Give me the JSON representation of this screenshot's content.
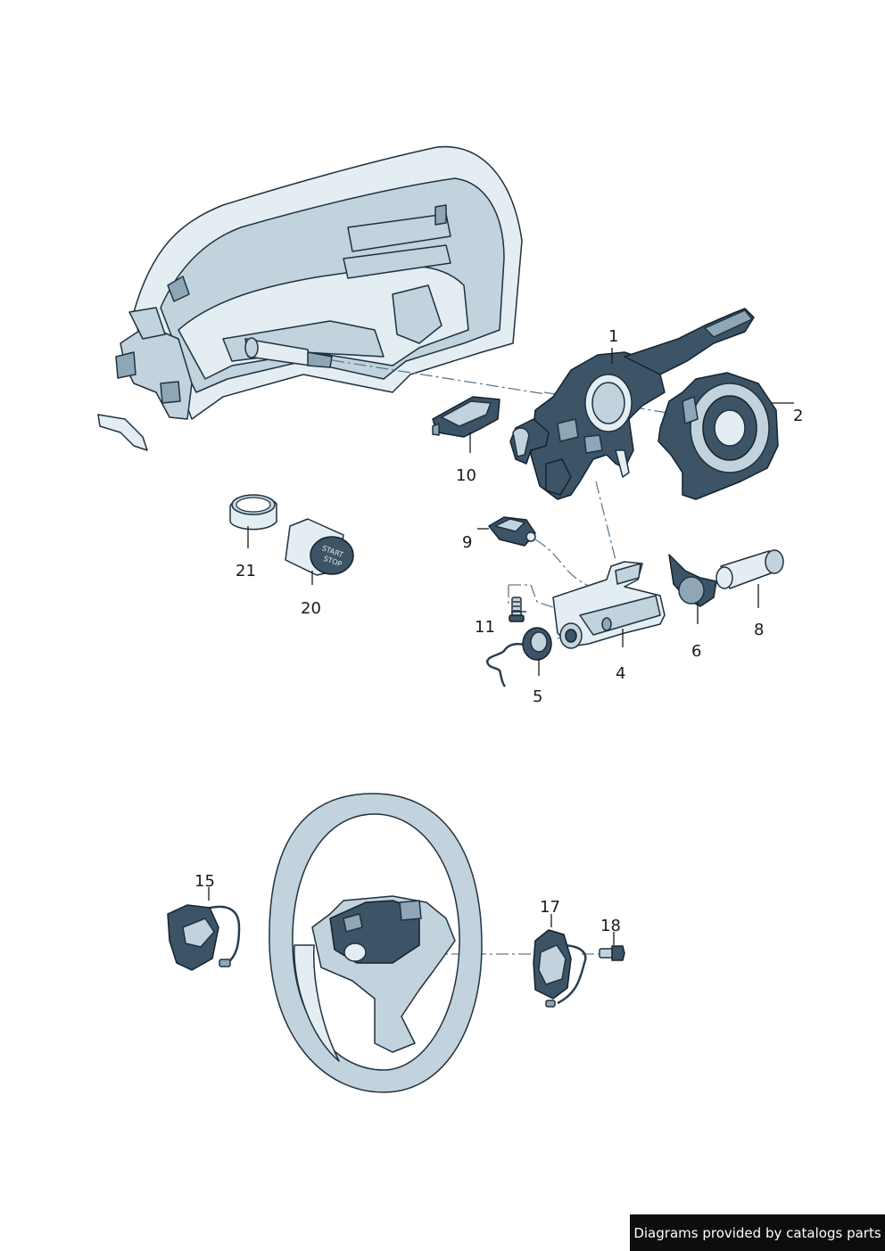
{
  "diagram": {
    "callouts": {
      "c1": "1",
      "c2": "2",
      "c4": "4",
      "c5": "5",
      "c6": "6",
      "c8": "8",
      "c9": "9",
      "c10": "10",
      "c11": "11",
      "c15": "15",
      "c17": "17",
      "c18": "18",
      "c20": "20",
      "c21": "21"
    },
    "start_stop_button_text": [
      "START",
      "STOP"
    ]
  },
  "footer": {
    "credit": "Diagrams provided by catalogs parts"
  }
}
